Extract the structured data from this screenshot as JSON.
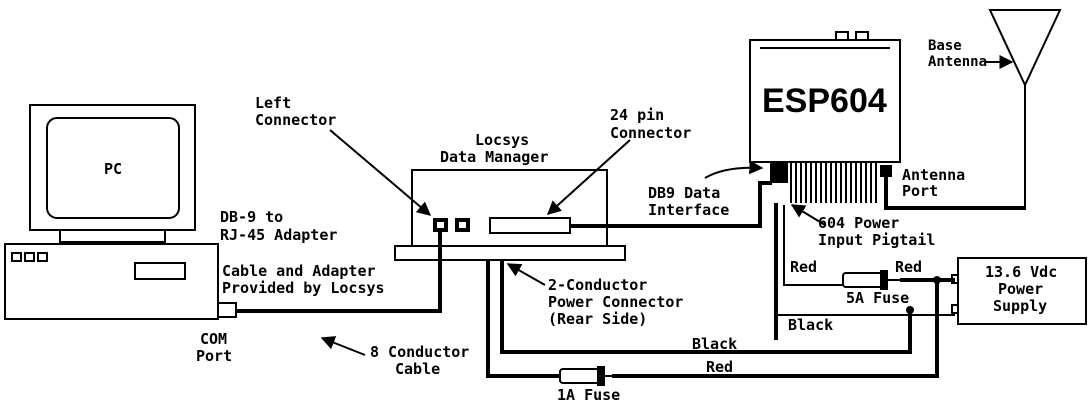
{
  "pc": {
    "label": "PC"
  },
  "esp": {
    "label": "ESP604"
  },
  "labels": {
    "left_connector_1": "Left",
    "left_connector_2": "Connector",
    "dm_1": "Locsys",
    "dm_2": "Data Manager",
    "pin24_1": "24 pin",
    "pin24_2": "Connector",
    "db9_if_1": "DB9 Data",
    "db9_if_2": "Interface",
    "base_ant_1": "Base",
    "base_ant_2": "Antenna",
    "ant_port_1": "Antenna",
    "ant_port_2": "Port",
    "db9_rj_1": "DB-9 to",
    "db9_rj_2": "RJ-45 Adapter",
    "cable_adapter_1": "Cable and Adapter",
    "cable_adapter_2": "Provided by Locsys",
    "pigtail_1": "604 Power",
    "pigtail_2": "Input Pigtail",
    "pc_conn_1": "2-Conductor",
    "pc_conn_2": "Power Connector",
    "pc_conn_3": "(Rear Side)",
    "com_1": "COM",
    "com_2": "Port",
    "cond8_1": "8 Conductor",
    "cond8_2": "Cable",
    "red_a": "Red",
    "red_b": "Red",
    "fuse5": "5A Fuse",
    "black_a": "Black",
    "black_b": "Black",
    "red_c": "Red",
    "fuse1": "1A Fuse",
    "ps_1": "13.6 Vdc",
    "ps_2": "Power",
    "ps_3": "Supply"
  }
}
